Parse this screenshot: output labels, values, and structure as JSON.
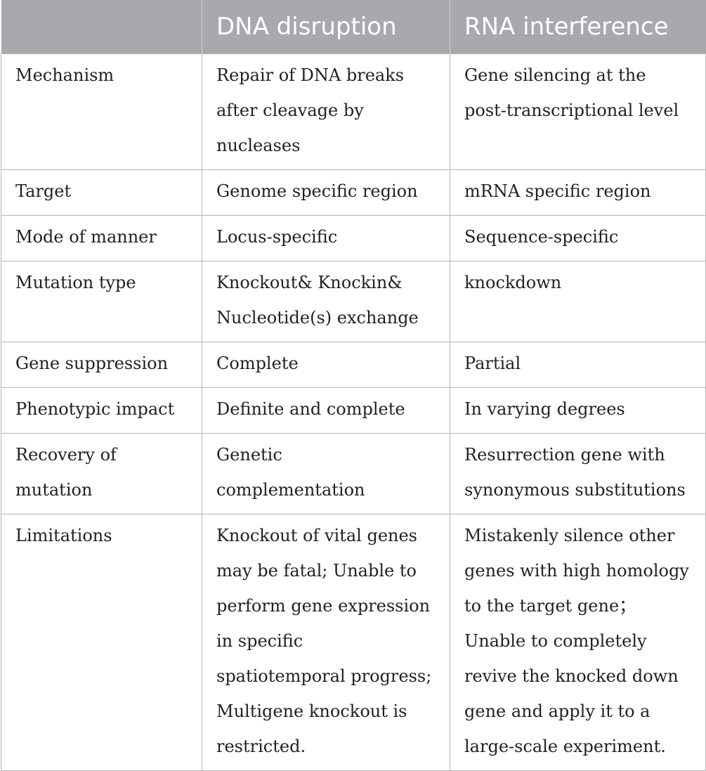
{
  "table": {
    "headers": [
      "",
      "DNA disruption",
      "RNA interference"
    ],
    "rows": [
      {
        "label": "Mechanism",
        "dna": "Repair of DNA breaks after cleavage by nucleases",
        "rna": "Gene silencing at the post-transcriptional level"
      },
      {
        "label": "Target",
        "dna": "Genome specific region",
        "rna": "mRNA specific region"
      },
      {
        "label": "Mode of manner",
        "dna": "Locus-specific",
        "rna": "Sequence-specific"
      },
      {
        "label": "Mutation type",
        "dna": "Knockout& Knockin& Nucleotide(s) exchange",
        "rna": "knockdown"
      },
      {
        "label": "Gene suppression",
        "dna": "Complete",
        "rna": "Partial"
      },
      {
        "label": "Phenotypic impact",
        "dna": "Definite and complete",
        "rna": "In varying degrees"
      },
      {
        "label": "Recovery of mutation",
        "dna": "Genetic complementation",
        "rna": "Resurrection gene with synonymous substitutions"
      },
      {
        "label": "Limitations",
        "dna": "Knockout of vital genes may be fatal; Unable to perform gene expression in specific spatiotemporal progress; Multigene knockout is restricted.",
        "rna": "Mistakenly silence other genes with high homology to the target gene； Unable to completely revive the knocked down gene and apply it to a large-scale experiment."
      }
    ]
  }
}
